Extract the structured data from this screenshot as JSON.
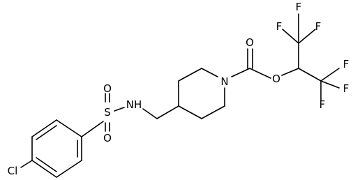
{
  "molecule": {
    "atom_labels": {
      "chlorine": "Cl",
      "sulfur": "S",
      "sulfonyl_oxygen_top": "O",
      "sulfonyl_oxygen_bottom": "O",
      "sulfonamide_nitrogen": "NH",
      "piperidine_nitrogen": "N",
      "carbonyl_oxygen": "O",
      "ester_oxygen": "O",
      "fluorine_1": "F",
      "fluorine_2": "F",
      "fluorine_3": "F",
      "fluorine_4": "F",
      "fluorine_5": "F",
      "fluorine_6": "F"
    },
    "colors": {
      "bond": "#000000",
      "label": "#000000",
      "background": "#ffffff"
    }
  }
}
